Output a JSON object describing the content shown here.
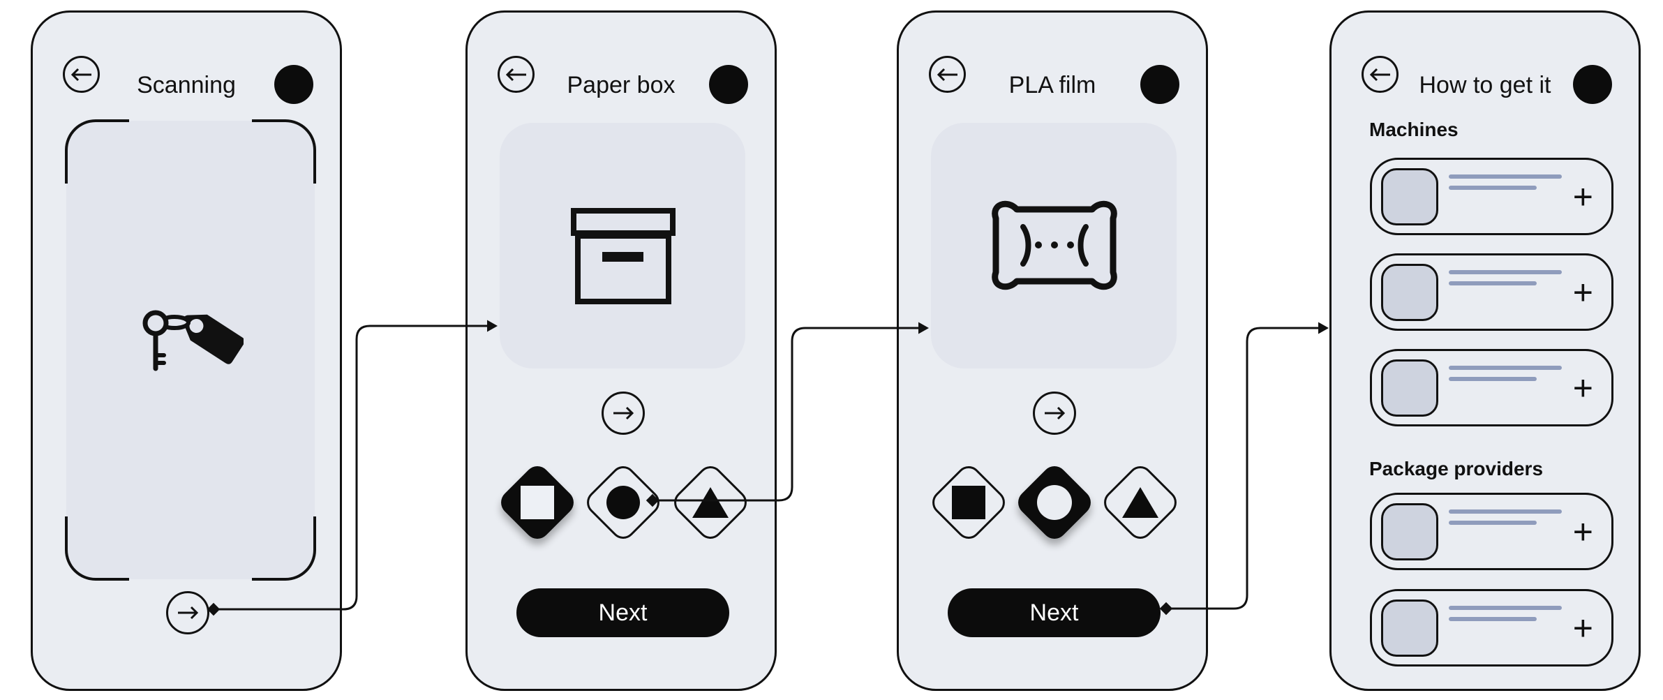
{
  "colors": {
    "page_bg": "#ffffff",
    "phone_bg": "#eaedf2",
    "panel_bg": "#e2e5ed",
    "thumb_bg": "#ced3df",
    "skeleton_line": "#8f9cbc",
    "ink": "#111111",
    "next_button_bg": "#0c0c0c",
    "next_button_text": "#ffffff"
  },
  "icons": {
    "back": "back-arrow-icon",
    "avatar": "profile-dot",
    "scan_subject": "key-tag-icon",
    "forward": "forward-arrow-icon",
    "paper_box": "archive-box-icon",
    "pla_film": "film-wrap-icon",
    "add": "plus-sign"
  },
  "screens": [
    {
      "title": "Scanning"
    },
    {
      "title": "Paper box",
      "next_label": "Next",
      "options": [
        {
          "shape": "square",
          "selected": true
        },
        {
          "shape": "circle",
          "selected": false
        },
        {
          "shape": "triangle",
          "selected": false
        }
      ]
    },
    {
      "title": "PLA film",
      "next_label": "Next",
      "options": [
        {
          "shape": "square",
          "selected": false
        },
        {
          "shape": "circle",
          "selected": true
        },
        {
          "shape": "triangle",
          "selected": false
        }
      ]
    },
    {
      "title": "How to get it",
      "add_symbol": "+",
      "sections": [
        {
          "label": "Machines",
          "item_count": 3
        },
        {
          "label": "Package providers",
          "item_count": 2
        }
      ]
    }
  ],
  "connectors": [
    {
      "from": "Scanning",
      "to": "Paper box"
    },
    {
      "from": "Paper box",
      "to": "PLA film"
    },
    {
      "from": "PLA film",
      "to": "How to get it"
    }
  ]
}
